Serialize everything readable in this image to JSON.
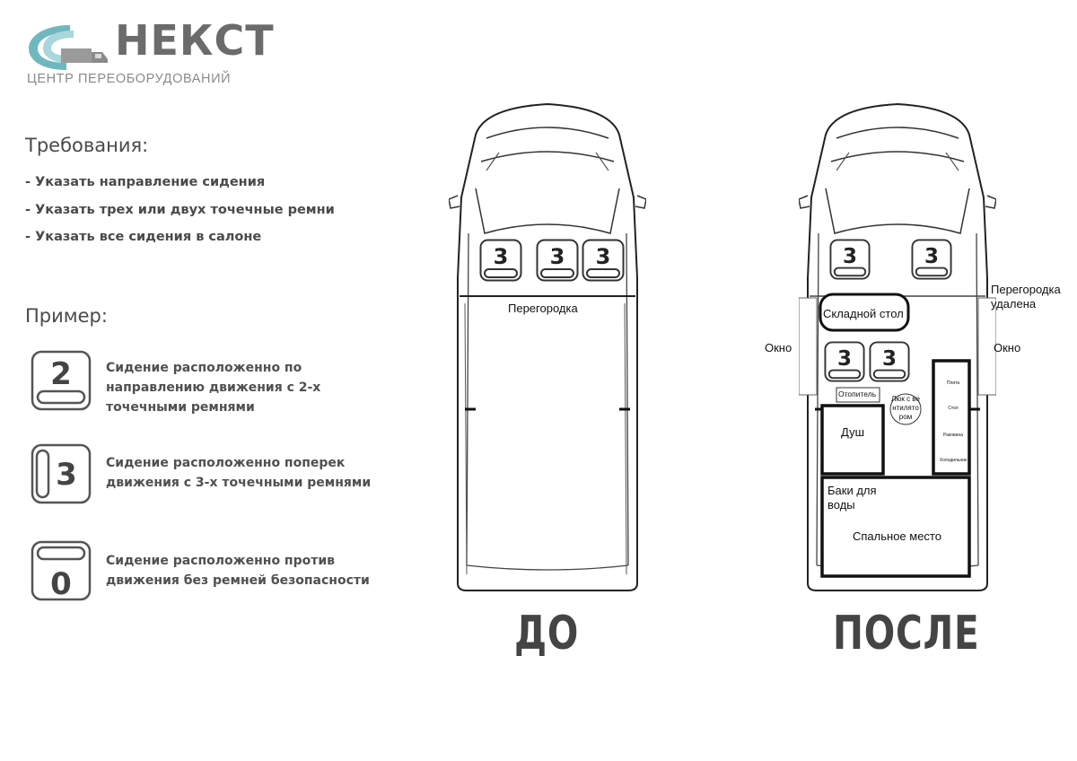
{
  "logo": {
    "name": "НЕКСТ",
    "tagline": "ЦЕНТР ПЕРЕОБОРУДОВАНИЙ"
  },
  "requirements": {
    "title": "Требования:",
    "items": [
      "- Указать направление сидения",
      "- Указать трех или двух точечные ремни",
      "- Указать все сидения в салоне"
    ]
  },
  "example": {
    "title": "Пример:",
    "legend": [
      {
        "number": "2",
        "text": "Сидение расположенно по направлению движения с 2-х точечными ремнями"
      },
      {
        "number": "3",
        "text": "Сидение расположенно поперек движения с 3-х точечными ремнями"
      },
      {
        "number": "0",
        "text": "Сидение расположенно против движения без ремней безопасности"
      }
    ]
  },
  "before": {
    "caption": "ДО",
    "partition_label": "Перегородка",
    "seats": [
      "3",
      "3",
      "3"
    ]
  },
  "after": {
    "caption": "ПОСЛЕ",
    "seats_front": [
      "3",
      "3"
    ],
    "seats_rear": [
      "3",
      "3"
    ],
    "folding_table": "Складной стол",
    "partition_removed": "Перегородка удалена",
    "window_left": "Окно",
    "window_right": "Окно",
    "heater": "Отопитель",
    "hatch": "Люк с вентилятором",
    "shower": "Душ",
    "kitchen_items": [
      "Плита",
      "Стол",
      "Раковина",
      "Холодильник"
    ],
    "water_tanks": "Баки для воды",
    "bed": "Спальное место"
  }
}
